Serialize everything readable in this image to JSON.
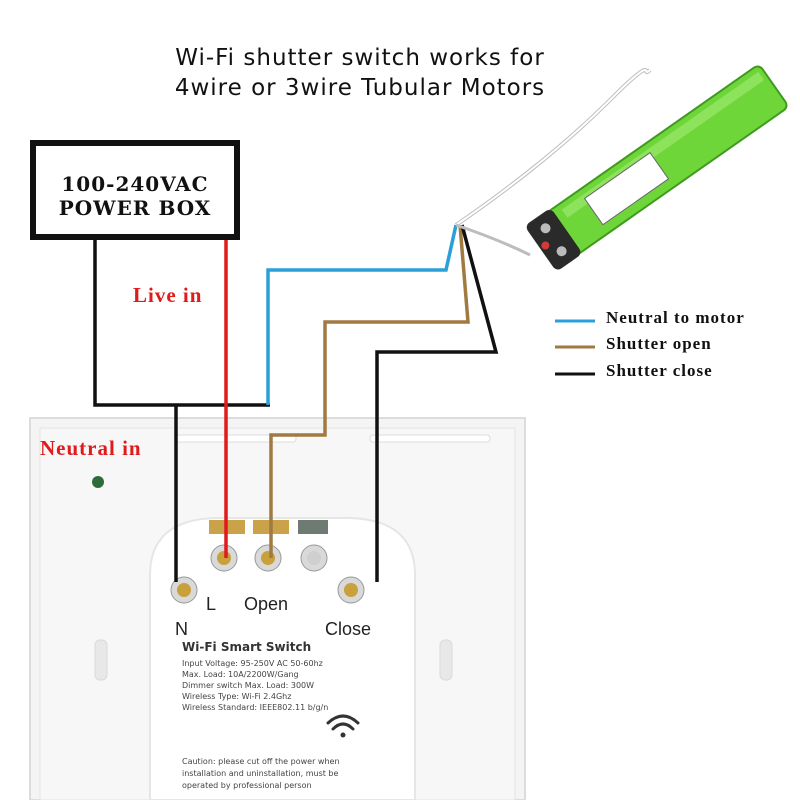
{
  "title": {
    "line1": "Wi-Fi shutter switch works for",
    "line2": "4wire or 3wire Tubular Motors"
  },
  "power_box": {
    "line1": "100-240VAC",
    "line2": "POWER BOX"
  },
  "labels": {
    "live_in": "Live in",
    "neutral_in": "Neutral in"
  },
  "legend": [
    {
      "text": "Neutral to motor",
      "color": "#2a9fd8"
    },
    {
      "text": "Shutter open",
      "color": "#a07a40"
    },
    {
      "text": "Shutter close",
      "color": "#111111"
    }
  ],
  "terminals": {
    "n": "N",
    "l": "L",
    "open": "Open",
    "close": "Close"
  },
  "switch_info": {
    "heading": "Wi-Fi Smart Switch",
    "lines": [
      "Input Voltage: 95-250V AC 50-60hz",
      "Max. Load: 10A/2200W/Gang",
      "Dimmer switch Max. Load: 300W",
      "Wireless Type: Wi-Fi 2.4Ghz",
      "Wireless Standard: IEEE802.11 b/g/n"
    ],
    "caution": [
      "Caution: please cut off the power when",
      "installation and uninstallation, must be",
      "operated by professional person"
    ]
  },
  "motor_icon": "tubular-motor-icon",
  "wifi_icon": "wifi-icon",
  "colors": {
    "live": "#e01b1b",
    "neutral": "#2a9fd8",
    "open": "#a07a40",
    "close": "#111111",
    "motor": "#6fd63a"
  }
}
